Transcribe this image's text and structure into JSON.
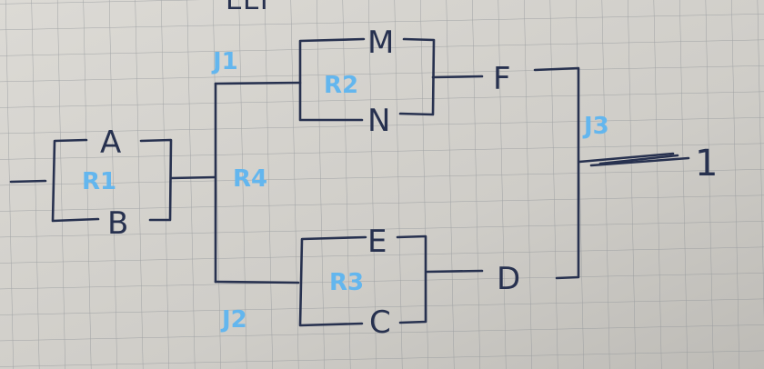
{
  "diagram": {
    "top_label": "EEI",
    "colors": {
      "paper": "#d2d0cb",
      "grid": "#8f9296",
      "ink": "#27314f",
      "annotation": "#63b6ee"
    },
    "blocks": [
      {
        "id": "R1",
        "label": "R1",
        "inputs": [
          "A",
          "B"
        ]
      },
      {
        "id": "R2",
        "label": "R2",
        "inputs": [
          "M",
          "N"
        ]
      },
      {
        "id": "R3",
        "label": "R3",
        "inputs": [
          "E",
          "C"
        ]
      }
    ],
    "node_labels": {
      "r4": "R4"
    },
    "junctions": {
      "j1": "J1",
      "j2": "J2",
      "j3": "J3"
    },
    "signals": {
      "f": "F",
      "d": "D"
    },
    "output": "1"
  }
}
